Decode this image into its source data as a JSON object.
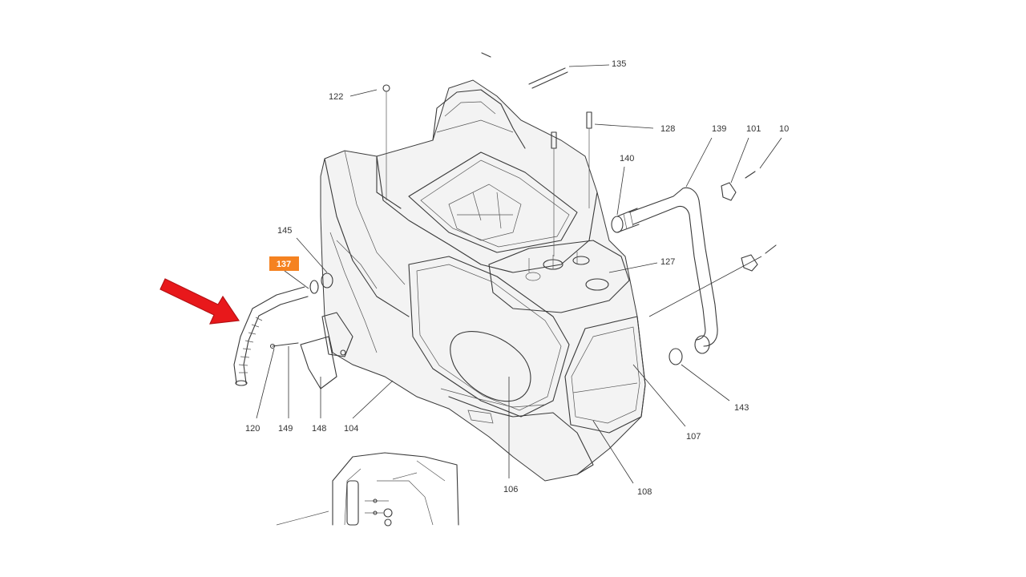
{
  "diagram": {
    "highlight": {
      "label": "137",
      "box_color": "#f58220",
      "text_color": "#ffffff"
    },
    "arrow": {
      "color": "#e8181b",
      "outline": "#b51215"
    },
    "parts": {
      "p135": "135",
      "p122": "122",
      "p128": "128",
      "p139": "139",
      "p101": "101",
      "p10x": "10",
      "p140": "140",
      "p145": "145",
      "p127": "127",
      "p143": "143",
      "p107": "107",
      "p108": "108",
      "p106": "106",
      "p104": "104",
      "p148": "148",
      "p149": "149",
      "p120": "120"
    }
  }
}
